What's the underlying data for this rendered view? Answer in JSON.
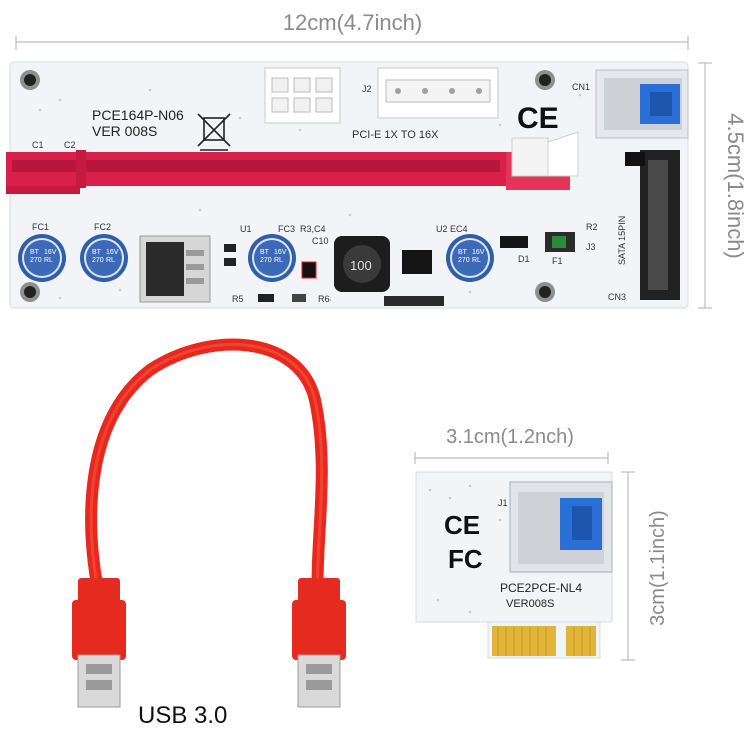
{
  "main_board": {
    "width_label": "12cm",
    "width_label_inch": "(4.7inch)",
    "height_label": "4.5cm",
    "height_label_inch": "(1.8inch)",
    "model": "PCE164P-N06",
    "version": "VER 008S",
    "slot_text": "PCI-E 1X TO 16X",
    "sata_text": "SATA 15PIN",
    "cap_text_1": "BT",
    "cap_text_2": "270",
    "cap_text_3": "16V",
    "cap_text_4": "RL",
    "inductor_text": "100",
    "ref_fc1": "FC1",
    "ref_fc2": "FC2",
    "ref_fc3": "FC3",
    "ref_u1": "U1",
    "ref_u2": "U2",
    "ref_ec4": "EC4",
    "ref_c10": "C10",
    "ref_r3c4": "R3,C4",
    "ref_d1": "D1",
    "ref_f1": "F1",
    "ref_r2": "R2",
    "ref_j3": "J3",
    "ref_r5": "R5",
    "ref_r6": "R6",
    "ref_j2": "J2",
    "ref_cn1": "CN1",
    "ref_cn3": "CN3",
    "ref_c1": "C1",
    "ref_c2": "C2"
  },
  "small_board": {
    "width_label": "3.1cm",
    "width_label_inch": "(1.2nch)",
    "height_label": "3cm",
    "height_label_inch": "(1.1inch)",
    "model": "PCE2PCE-NL4",
    "version": "VER008S",
    "ref_j1": "J1"
  },
  "cable": {
    "label": "USB 3.0"
  },
  "colors": {
    "pcb": "#f4f6f8",
    "slot_red": "#d9204a",
    "cable_red": "#e8281e",
    "usb_blue": "#2a6fd6",
    "gold": "#e2b43a",
    "dim_gray": "#8a8a8a"
  }
}
